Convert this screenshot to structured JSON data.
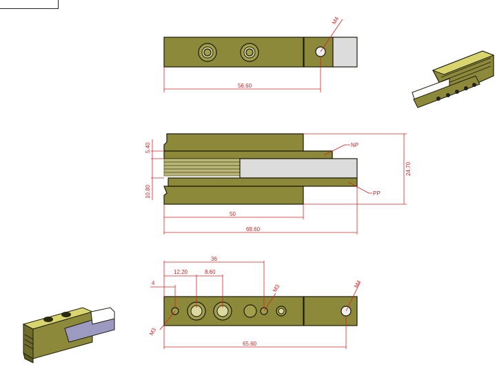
{
  "title_block": {
    "text": ""
  },
  "dimensions": {
    "top_view": {
      "thread_label": "M4",
      "length": "56.60"
    },
    "side_view": {
      "np_label": "NP",
      "pp_label": "PP",
      "height_top": "5.40",
      "height_bottom": "10.80",
      "total_height": "24.70",
      "inner_length": "50",
      "total_length": "69.60"
    },
    "bottom_view": {
      "offset_36": "36",
      "offset_12_20": "12.20",
      "offset_8_60": "8.60",
      "offset_4": "4",
      "thread_m3_a": "M3",
      "thread_m3_b": "M3",
      "thread_m4": "M4",
      "length": "65.60"
    }
  },
  "colors": {
    "body": "#8c8a3a",
    "dimension": "#d42020",
    "insert": "#dcdcdc"
  }
}
